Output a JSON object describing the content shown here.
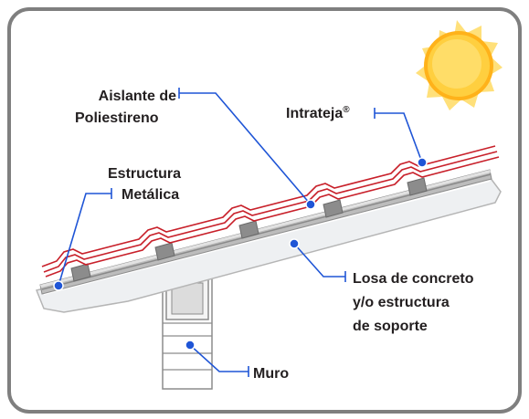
{
  "labels": {
    "aislante_line1": "Aislante de",
    "aislante_line2": "Poliestireno",
    "intrateja": "Intrateja",
    "intrateja_mark": "®",
    "estructura_line1": "Estructura",
    "estructura_line2": "Metálica",
    "losa_line1": "Losa de concreto",
    "losa_line2": "y/o estructura",
    "losa_line3": "de soporte",
    "muro": "Muro"
  },
  "colors": {
    "frame_border": "#7f7f7f",
    "background": "#ffffff",
    "leader_line": "#1f55d6",
    "tile_red": "#c8202a",
    "insulation_gray": "#8c8c8c",
    "slab_fill": "#eef0f2",
    "slab_stroke": "#b5b5b5",
    "sun_core": "#ffcc33",
    "sun_rays": "#ffe07a",
    "text": "#231f20"
  },
  "icons": [
    "sun-icon"
  ]
}
